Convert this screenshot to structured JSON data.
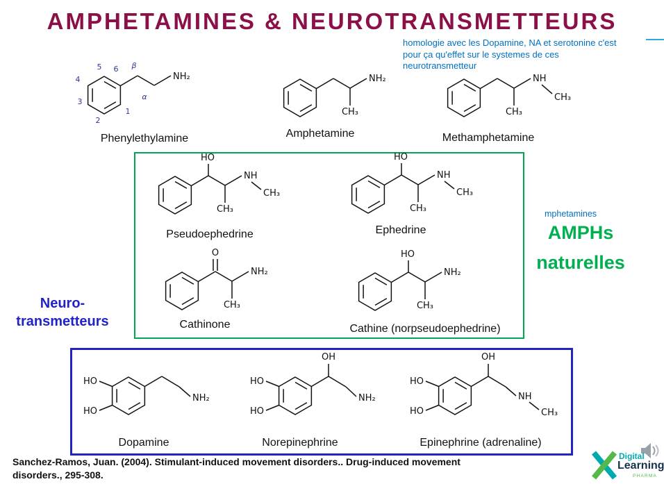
{
  "title": "AMPHETAMINES & NEUROTRANSMETTEURS",
  "annotation": {
    "line1": "homologie avec les Dopamine, NA et serotonine c'est",
    "line2": "pour ça qu'effet sur le systemes de ces",
    "line3": "neurotransmetteur"
  },
  "side": {
    "amph_small": "mphetamines",
    "amph_big1": "AMPHs",
    "amph_big2": "naturelles",
    "neuro_line1": "Neuro-",
    "neuro_line2": "transmetteurs"
  },
  "molecules": {
    "phenylethylamine": "Phenylethylamine",
    "amphetamine": "Amphetamine",
    "methamphetamine": "Methamphetamine",
    "pseudoephedrine": "Pseudoephedrine",
    "ephedrine": "Ephedrine",
    "cathinone": "Cathinone",
    "cathine": "Cathine (norpseudoephedrine)",
    "dopamine": "Dopamine",
    "norepinephrine": "Norepinephrine",
    "epinephrine": "Epinephrine (adrenaline)"
  },
  "chem": {
    "nh2": "NH₂",
    "nh": "NH",
    "ch3": "CH₃",
    "ho": "HO",
    "oh": "OH",
    "o": "O"
  },
  "nums": {
    "n1": "1",
    "n2": "2",
    "n3": "3",
    "n4": "4",
    "n5": "5",
    "n6": "6",
    "alpha": "α",
    "beta": "β"
  },
  "citation": {
    "line1": "Sanchez-Ramos, Juan. (2004). Stimulant-induced movement disorders.. Drug-induced movement",
    "line2": "disorders., 295-308."
  },
  "logo": {
    "digital": "Digital",
    "learning": "Learning",
    "pharma": "PHARMA"
  },
  "colors": {
    "title": "#8B1048",
    "annotation_blue": "#0070C0",
    "label_blue": "#2222CC",
    "green_text": "#00B050",
    "green_box": "#00A651",
    "blue_box": "#2323C0",
    "ring_number_blue": "#2D3A96",
    "structure": "#111111",
    "logo_teal": "#00A9AD",
    "logo_dark": "#15314B",
    "logo_green": "#53B948"
  }
}
